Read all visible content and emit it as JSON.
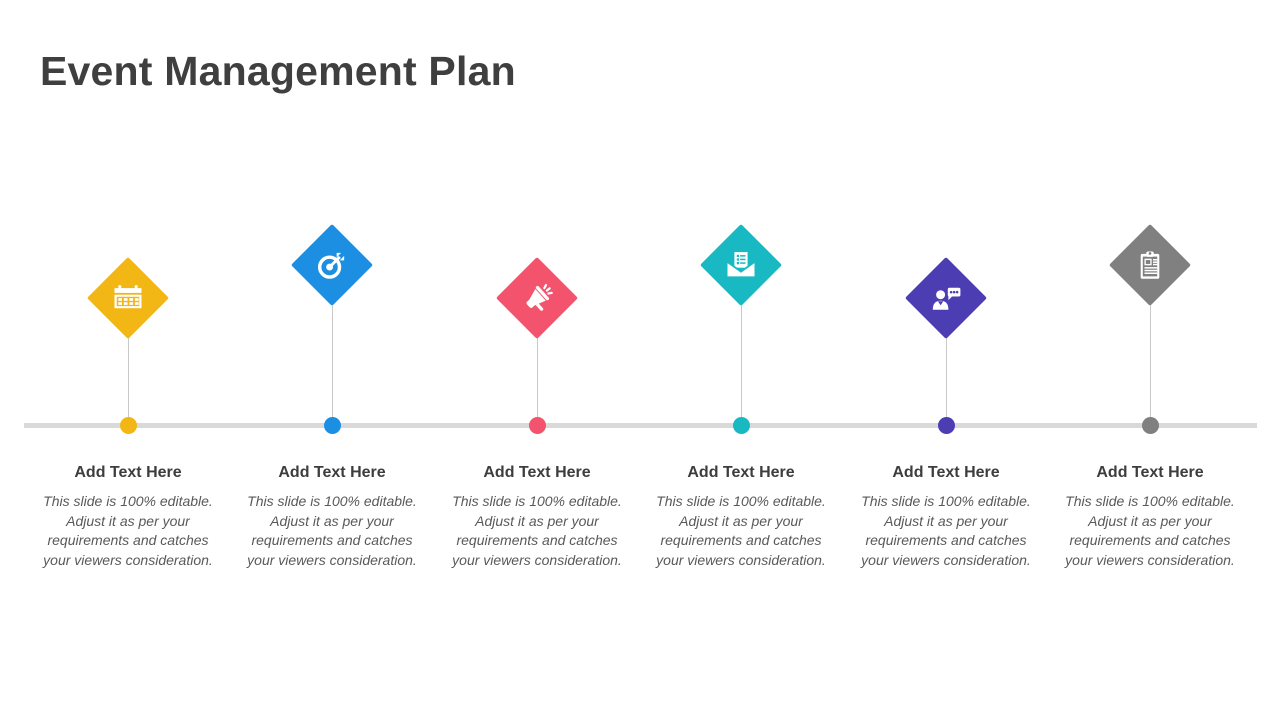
{
  "slide": {
    "title": "Event Management Plan"
  },
  "timeline": {
    "line_color": "#d9d9d9",
    "connector_color": "#c9c9c9"
  },
  "columns": [
    {
      "heading": "Add Text Here",
      "body": "This slide is 100% editable. Adjust it as per your requirements and catches your viewers consideration.",
      "color": "#F2B715",
      "icon": "calendar-icon",
      "position": "low"
    },
    {
      "heading": "Add Text Here",
      "body": "This slide is 100% editable. Adjust it as per your requirements and catches your viewers consideration.",
      "color": "#1C8FE2",
      "icon": "target-icon",
      "position": "high"
    },
    {
      "heading": "Add Text Here",
      "body": "This slide is 100% editable. Adjust it as per your requirements and catches your viewers consideration.",
      "color": "#F4536E",
      "icon": "megaphone-icon",
      "position": "low"
    },
    {
      "heading": "Add Text Here",
      "body": "This slide is 100% editable. Adjust it as per your requirements and catches your viewers consideration.",
      "color": "#18B9C2",
      "icon": "open-mail-icon",
      "position": "high"
    },
    {
      "heading": "Add Text Here",
      "body": "This slide is 100% editable. Adjust it as per your requirements and catches your viewers consideration.",
      "color": "#4C3DB2",
      "icon": "person-chat-icon",
      "position": "low"
    },
    {
      "heading": "Add Text Here",
      "body": "This slide is 100% editable. Adjust it as per your requirements and catches your viewers consideration.",
      "color": "#808080",
      "icon": "clipboard-icon",
      "position": "high"
    }
  ]
}
